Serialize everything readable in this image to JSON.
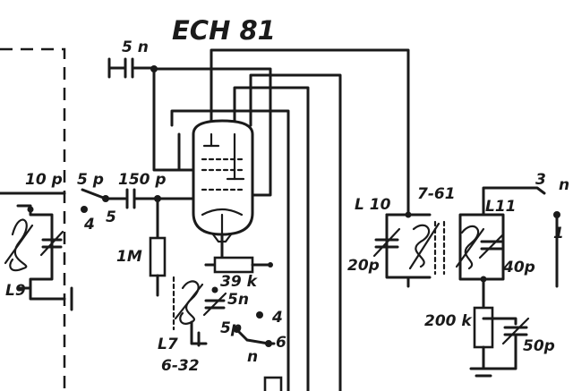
{
  "diagram": {
    "tube_label": "ECH 81",
    "labels": {
      "c_5n_top": "5 n",
      "c_10p": "10 p",
      "c_5p": "5 p",
      "c_150p": "150 p",
      "sw_4_left": "4",
      "sw_5_left": "5",
      "r_1M": "1M",
      "r_39k": "39 k",
      "c_5n_mid": "5n",
      "dot_4": "4",
      "c_5p_bottom": "5p",
      "sw_6": "6",
      "sw_n": "n",
      "coil_L9": "L9",
      "coil_L7": "L7",
      "coil_L7_num": "6-32",
      "coil_L10": "L 10",
      "c_20p": "20p",
      "coil_761": "7-61",
      "coil_L11": "L11",
      "c_40p": "40p",
      "r_200k": "200 k",
      "c_50p": "50p",
      "sw_3": "3",
      "sw_n_right": "n",
      "sw_1": "1"
    }
  }
}
